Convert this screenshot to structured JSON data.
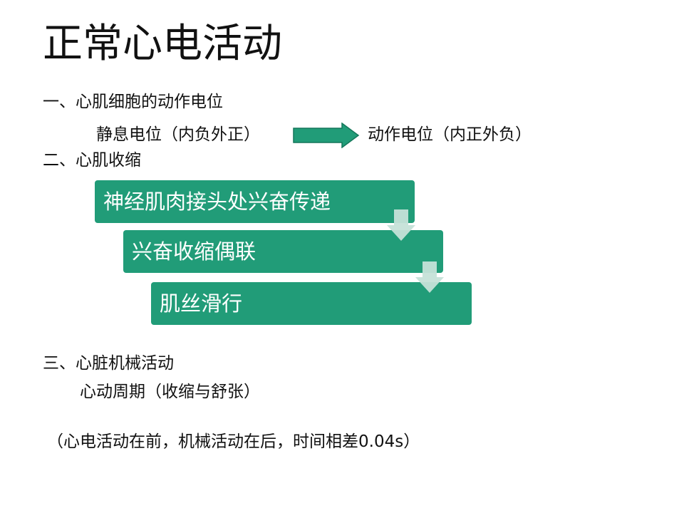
{
  "slide": {
    "title": "正常心电活动",
    "section1": {
      "heading": "一、心肌细胞的动作电位",
      "from": "静息电位（内负外正）",
      "to": "动作电位（内正外负）",
      "arrow_icon": "right-arrow-icon",
      "arrow_color": "#219c78"
    },
    "section2": {
      "heading": "二、心肌收缩",
      "steps": [
        "神经肌肉接头处兴奋传递",
        "兴奋收缩偶联",
        "肌丝滑行"
      ],
      "box_color": "#219c78",
      "connector_icon": "down-arrow-icon",
      "connector_color": "#c5e2d8"
    },
    "section3": {
      "heading": "三、心脏机械活动",
      "sub": "心动周期（收缩与舒张）"
    },
    "note": "（心电活动在前，机械活动在后，时间相差0.04s）"
  }
}
